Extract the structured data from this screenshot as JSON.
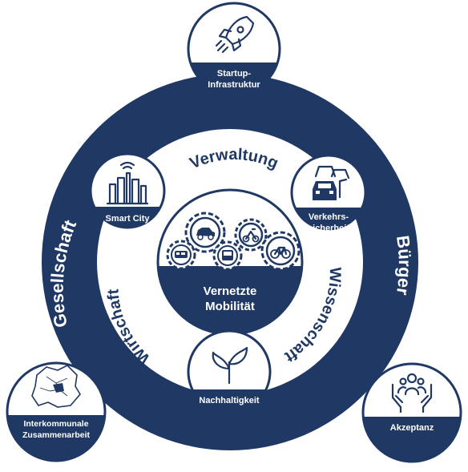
{
  "colors": {
    "navy": "#1f3864",
    "white": "#ffffff"
  },
  "center": {
    "line1": "Vernetzte",
    "line2": "Mobilität"
  },
  "outer_ring": {
    "right": "Bürger",
    "left": "Gesellschaft"
  },
  "inner_ring": {
    "top": "Verwaltung",
    "right": "Wissenschaft",
    "left": "Wirtschaft"
  },
  "nodes": {
    "startup": {
      "line1": "Startup-",
      "line2": "Infrastruktur",
      "icon": "rocket-icon"
    },
    "smart_city": {
      "line1": "Smart City",
      "icon": "smart-city-icon"
    },
    "verkehr": {
      "line1": "Verkehrs-",
      "line2": "sicherheit",
      "icon": "cars-icon"
    },
    "nachhaltigkeit": {
      "line1": "Nachhaltigkeit",
      "icon": "plant-icon"
    },
    "akzeptanz": {
      "line1": "Akzeptanz",
      "icon": "hands-people-icon"
    },
    "interkommunal": {
      "line1": "Interkommunale",
      "line2": "Zusammenarbeit",
      "icon": "region-map-icon"
    }
  }
}
